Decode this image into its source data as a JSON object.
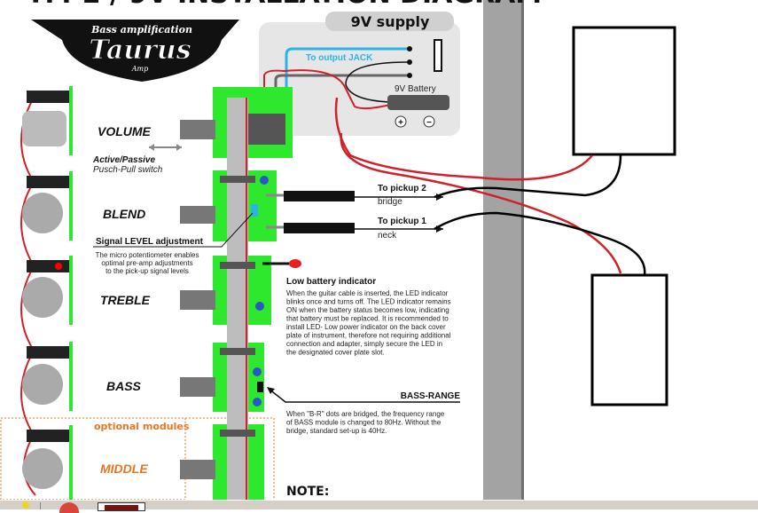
{
  "diagram": {
    "title": "TM-2 / 9V INSTALLATION DIAGRAM",
    "logo": {
      "tagline": "Bass amplification",
      "brand": "Taurus",
      "sub": "Amp"
    },
    "supply": {
      "header": "9V supply",
      "jack_label": "To output JACK",
      "battery_label": "9V Battery",
      "plus": "+",
      "minus": "−"
    },
    "modules": [
      {
        "name": "VOLUME"
      },
      {
        "name": "BLEND"
      },
      {
        "name": "TREBLE"
      },
      {
        "name": "BASS"
      },
      {
        "name": "MIDDLE"
      }
    ],
    "volume_note": {
      "line1": "Active/Passive",
      "line2": "Pusch-Pull switch"
    },
    "pickups": [
      {
        "label": "To pickup 2",
        "sub": "bridge"
      },
      {
        "label": "To pickup 1",
        "sub": "neck"
      }
    ],
    "signal_level": {
      "title": "Signal LEVEL adjustment",
      "lines": [
        "The micro potentiometer enables",
        "optimal pre-amp adjustments",
        "to the pick-up signal levels"
      ]
    },
    "low_battery": {
      "title": "Low battery indicator",
      "lines": [
        "When the guitar cable is inserted,  the LED indicator",
        "blinks once and turns off. The LED indicator remains",
        "ON when the battery status becomes low, indicating",
        "that battery must be replaced. It is recommended to",
        "install LED- Low  power indicator on the back cover",
        "plate of  instrument, therefore not requiring additional",
        "connection and adapter, simply secure the LED   in",
        "the designated cover plate slot."
      ]
    },
    "bass_range": {
      "title": "BASS-RANGE",
      "lines": [
        "When \"B-R\" dots are bridged, the frequency range",
        "of BASS module is changed to 80Hz. Without the",
        "bridge, standard set-up is 40Hz."
      ]
    },
    "optional": "optional modules",
    "note": "NOTE:"
  },
  "colors": {
    "board": "#2ee82e",
    "wire_red": "#d0202a",
    "wire_blue": "#2bb3e8",
    "orange": "#e87722",
    "gray_strip": "#a3a3a3"
  }
}
